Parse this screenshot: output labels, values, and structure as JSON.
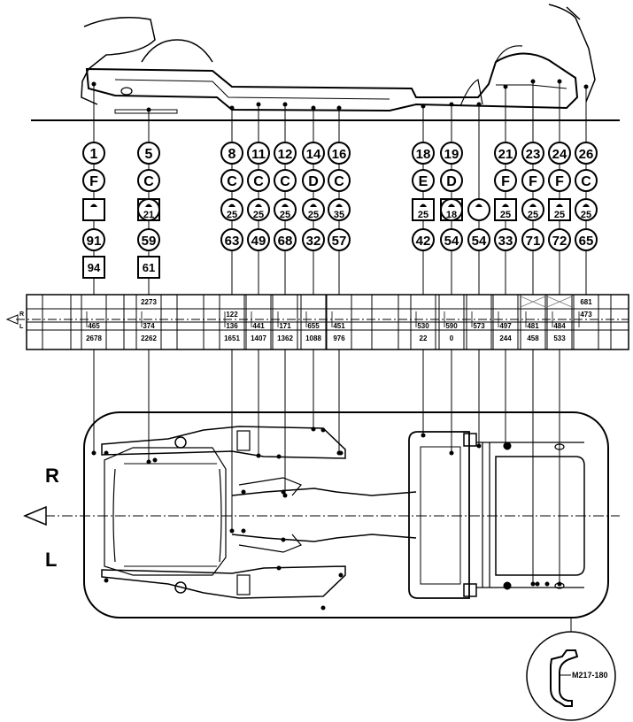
{
  "columns": [
    {
      "id": "1",
      "code": "F",
      "marker": "square",
      "nut": "",
      "size": "91",
      "foot": "94",
      "upper": "",
      "mid_r": "",
      "mid_l": "465",
      "low": "2678"
    },
    {
      "id": "5",
      "code": "C",
      "marker": "circle-square",
      "nut": "21",
      "size": "59",
      "foot": "61",
      "upper": "2273",
      "mid_r": "",
      "mid_l": "374",
      "low": "2262"
    },
    {
      "id": "8",
      "code": "C",
      "marker": "circle",
      "nut": "25",
      "size": "63",
      "foot": "",
      "upper": "",
      "mid_r": "122",
      "mid_l": "136",
      "low": "1651"
    },
    {
      "id": "11",
      "code": "C",
      "marker": "circle",
      "nut": "25",
      "size": "49",
      "foot": "",
      "upper": "",
      "mid_r": "",
      "mid_l": "441",
      "low": "1407"
    },
    {
      "id": "12",
      "code": "C",
      "marker": "circle",
      "nut": "25",
      "size": "68",
      "foot": "",
      "upper": "",
      "mid_r": "",
      "mid_l": "171",
      "low": "1362"
    },
    {
      "id": "14",
      "code": "D",
      "marker": "circle",
      "nut": "25",
      "size": "32",
      "foot": "",
      "upper": "",
      "mid_r": "",
      "mid_l": "655",
      "low": "1088"
    },
    {
      "id": "16",
      "code": "C",
      "marker": "circle",
      "nut": "35",
      "size": "57",
      "foot": "",
      "upper": "",
      "mid_r": "",
      "mid_l": "451",
      "low": "976"
    },
    {
      "id": "18",
      "code": "E",
      "marker": "square",
      "nut": "25",
      "size": "42",
      "foot": "",
      "upper": "",
      "mid_r": "",
      "mid_l": "530",
      "low": "22"
    },
    {
      "id": "19",
      "code": "D",
      "marker": "circle-square",
      "nut": "18",
      "size": "54",
      "foot": "",
      "upper": "",
      "mid_r": "",
      "mid_l": "590",
      "low": "0"
    },
    {
      "id": "",
      "code": "",
      "marker": "circle",
      "nut": "",
      "size": "54",
      "foot": "",
      "upper": "",
      "mid_r": "",
      "mid_l": "573",
      "low": ""
    },
    {
      "id": "21",
      "code": "F",
      "marker": "square",
      "nut": "25",
      "size": "33",
      "foot": "",
      "upper": "",
      "mid_r": "",
      "mid_l": "497",
      "low": "244"
    },
    {
      "id": "23",
      "code": "F",
      "marker": "circle",
      "nut": "25",
      "size": "71",
      "foot": "",
      "upper": "",
      "mid_r": "",
      "mid_l": "481",
      "low": "458"
    },
    {
      "id": "24",
      "code": "F",
      "marker": "square",
      "nut": "25",
      "size": "72",
      "foot": "",
      "upper": "",
      "mid_r": "",
      "mid_l": "484",
      "low": "533"
    },
    {
      "id": "26",
      "code": "C",
      "marker": "circle",
      "nut": "25",
      "size": "65",
      "foot": "",
      "upper": "681",
      "mid_r": "473",
      "mid_l": "",
      "low": ""
    }
  ],
  "table_labels": {
    "r": "R",
    "l": "L"
  },
  "side_labels": {
    "right": "R",
    "left": "L"
  },
  "tool_label": "M217-180"
}
